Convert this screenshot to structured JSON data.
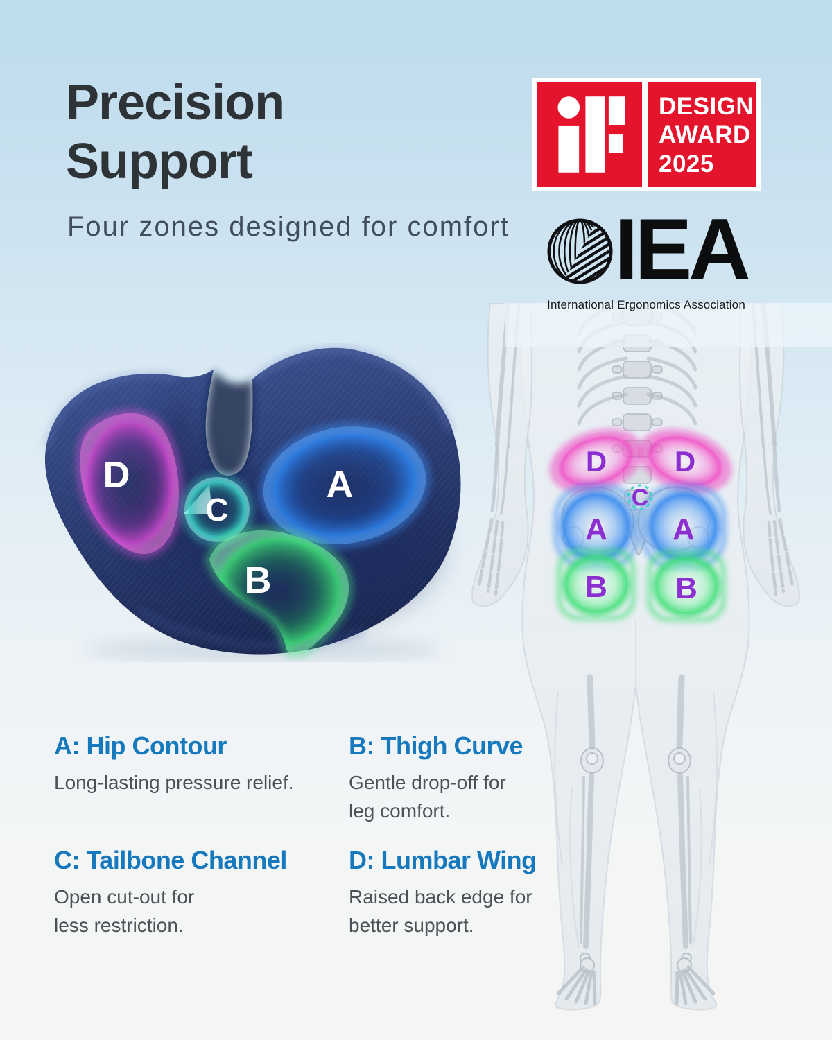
{
  "header": {
    "title_line1": "Precision",
    "title_line2": "Support",
    "subtitle": "Four zones designed for comfort"
  },
  "awards": {
    "if_design": {
      "logo": "iF",
      "line1": "DESIGN",
      "line2": "AWARD",
      "line3": "2025",
      "badge_color": "#e3142b"
    },
    "iea": {
      "acronym": "IEA",
      "tagline": "International Ergonomics Association"
    }
  },
  "cushion_map": {
    "labels": {
      "a": "A",
      "b": "B",
      "c": "C",
      "d": "D"
    },
    "colors": {
      "navy": "#2b3d74",
      "zone_a_blue": "#2e86f0",
      "zone_b_green": "#3fe077",
      "zone_c_teal": "#3ad2c8",
      "zone_d_magenta": "#d04ad0"
    }
  },
  "body_map": {
    "labels": {
      "d_left": "D",
      "d_right": "D",
      "c": "C",
      "a_left": "A",
      "a_right": "A",
      "b_left": "B",
      "b_right": "B"
    },
    "letter_color": "#8b2fd0",
    "zone_colors": {
      "a": "#2f86f0",
      "b": "#3fe077",
      "c": "#35d3c6",
      "d": "#f23ec0"
    }
  },
  "features": [
    {
      "id": "A",
      "title": "A: Hip Contour",
      "description": "Long-lasting pressure relief."
    },
    {
      "id": "B",
      "title": "B: Thigh Curve",
      "description": "Gentle drop-off for\nleg comfort."
    },
    {
      "id": "C",
      "title": "C: Tailbone Channel",
      "description": "Open cut-out for\nless restriction."
    },
    {
      "id": "D",
      "title": "D: Lumbar Wing",
      "description": "Raised back edge for\nbetter support."
    }
  ],
  "theme": {
    "accent_blue": "#1779bd",
    "title_color": "#2e3338",
    "subtitle_color": "#3f4e5a",
    "text_gray": "#4b5156",
    "background_top": "#bedcec",
    "background_bottom": "#f5f6f5"
  }
}
